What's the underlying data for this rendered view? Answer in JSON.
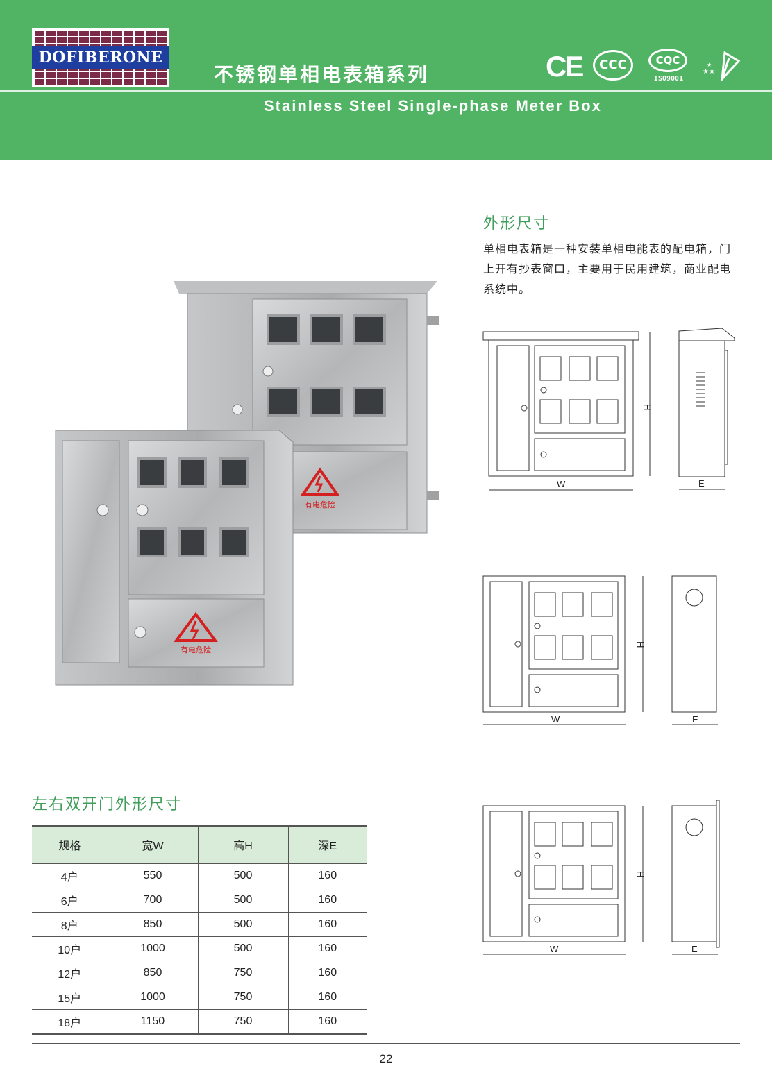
{
  "header": {
    "brand": "DOFIBERONE",
    "title_cn": "不锈钢单相电表箱系列",
    "title_en": "Stainless Steel Single-phase Meter Box",
    "certs": {
      "ce": "CE",
      "ccc": "CCC",
      "cqc": "CQC",
      "iso": "ISO9001"
    }
  },
  "photo": {
    "warning_label": "有电危险"
  },
  "dimensions": {
    "title": "外形尺寸",
    "description": "单相电表箱是一种安装单相电能表的配电箱，门上开有抄表窗口，主要用于民用建筑，商业配电系统中。",
    "labels": {
      "w": "W",
      "h": "H",
      "e": "E"
    }
  },
  "table": {
    "title": "左右双开门外形尺寸",
    "headers": [
      "规格",
      "宽W",
      "高H",
      "深E"
    ],
    "rows": [
      [
        "4户",
        "550",
        "500",
        "160"
      ],
      [
        "6户",
        "700",
        "500",
        "160"
      ],
      [
        "8户",
        "850",
        "500",
        "160"
      ],
      [
        "10户",
        "1000",
        "500",
        "160"
      ],
      [
        "12户",
        "850",
        "750",
        "160"
      ],
      [
        "15户",
        "1000",
        "750",
        "160"
      ],
      [
        "18户",
        "1150",
        "750",
        "160"
      ]
    ]
  },
  "footer": {
    "page_number": "22"
  },
  "colors": {
    "header_green": "#50b464",
    "section_green": "#3f9e5a",
    "table_header": "#d8ecd9"
  }
}
